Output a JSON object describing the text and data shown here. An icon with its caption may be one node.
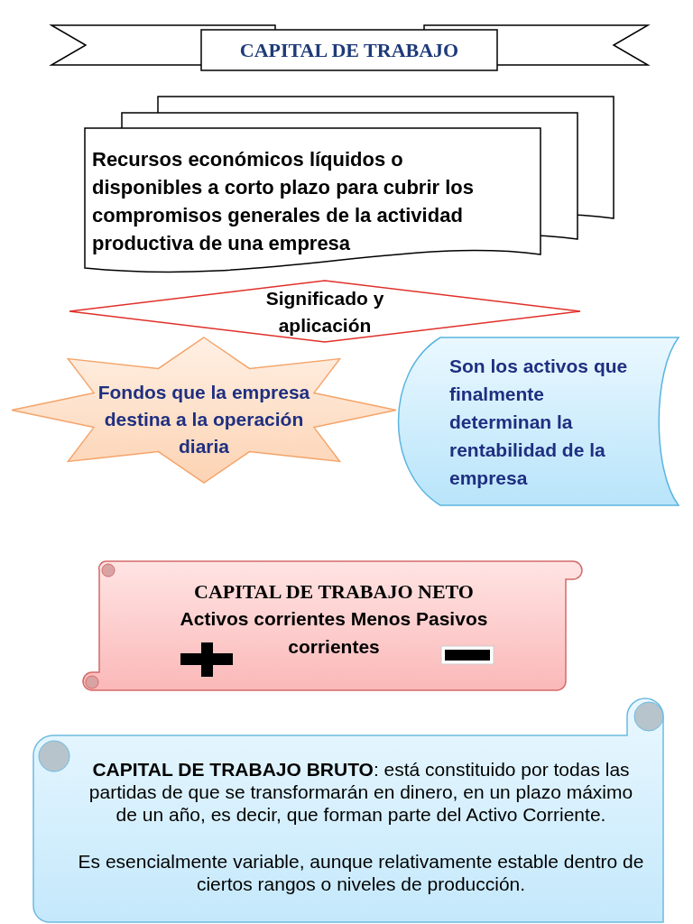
{
  "diagram": {
    "nodes": [
      {
        "text": [
          "CAPITAL DE TRABAJO"
        ]
      },
      {
        "text": [
          "Recursos económicos **líquidos o disponibles a corto plazo** para cubrir los compromisos generales de la actividad productiva de una empresa"
        ]
      },
      {
        "text": [
          "Significado y aplicación"
        ]
      },
      {
        "text": [
          "Fondos que la empresa destina a la operación diaria"
        ]
      },
      {
        "text": [
          "Son los activos que finalmente determinan la rentabilidad de la empresa"
        ]
      },
      {
        "text": [
          "CAPITAL DE TRABAJO NETO",
          "Activos corrientes Menos Pasivos corrientes"
        ]
      },
      {
        "text": [
          "**CAPITAL DE TRABAJO BRUTO**: está constituido por todas las partidas de que se transformarán en dinero, en un plazo máximo de un año, es decir, que forman parte del Activo Corriente.",
          "Es esencialmente variable, aunque relativamente estable dentro de ciertos rangos o niveles de producción."
        ]
      }
    ]
  }
}
